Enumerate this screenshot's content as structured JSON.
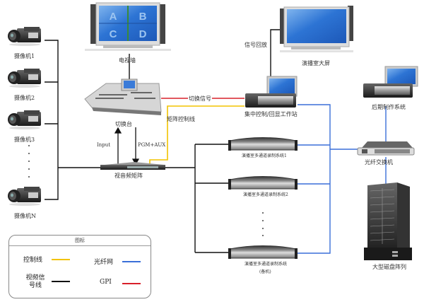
{
  "cameras": [
    {
      "label": "摄像机1"
    },
    {
      "label": "摄像机2"
    },
    {
      "label": "摄像机3"
    },
    {
      "label": "摄像机N"
    }
  ],
  "nodes": {
    "tv_wall": {
      "label": "电视墙",
      "tiles": [
        "A",
        "B",
        "C",
        "D"
      ]
    },
    "switcher": {
      "label": "切换台"
    },
    "switcher_lower": {
      "label": "切换台"
    },
    "matrix": {
      "label": "视音频矩阵"
    },
    "workstation": {
      "label": "集中控制/回显工作站"
    },
    "studio_screen": {
      "label": "演播室大屏"
    },
    "post_system": {
      "label": "后期制作系统"
    },
    "fiber_switch": {
      "label": "光纤交换机"
    },
    "disk_array": {
      "label": "大型磁盘阵列"
    },
    "recorders": [
      {
        "label": "演播室多通道录制系统1"
      },
      {
        "label": "演播室多通道录制系统2"
      },
      {
        "label": "演播室多通道录制系统",
        "sub": "(备机)"
      }
    ]
  },
  "edge_labels": {
    "switch_signal": "切换信号",
    "signal_return": "信号回放",
    "matrix_control": "矩阵控制线",
    "input": "Input",
    "pgm_aux": "PGM+AUX"
  },
  "legend": {
    "title": "图标",
    "items": [
      {
        "label": "控制线",
        "color": "#f2c300"
      },
      {
        "label": "光纤网",
        "color": "#3a6fd8"
      },
      {
        "label": "视频信号线",
        "color": "#111111"
      },
      {
        "label": "GPI",
        "color": "#d8202a"
      }
    ]
  },
  "colors": {
    "control": "#f2c300",
    "fiber": "#3a6fd8",
    "video": "#111111",
    "gpi": "#d8202a",
    "screen_blue": "#2a6fd0"
  }
}
